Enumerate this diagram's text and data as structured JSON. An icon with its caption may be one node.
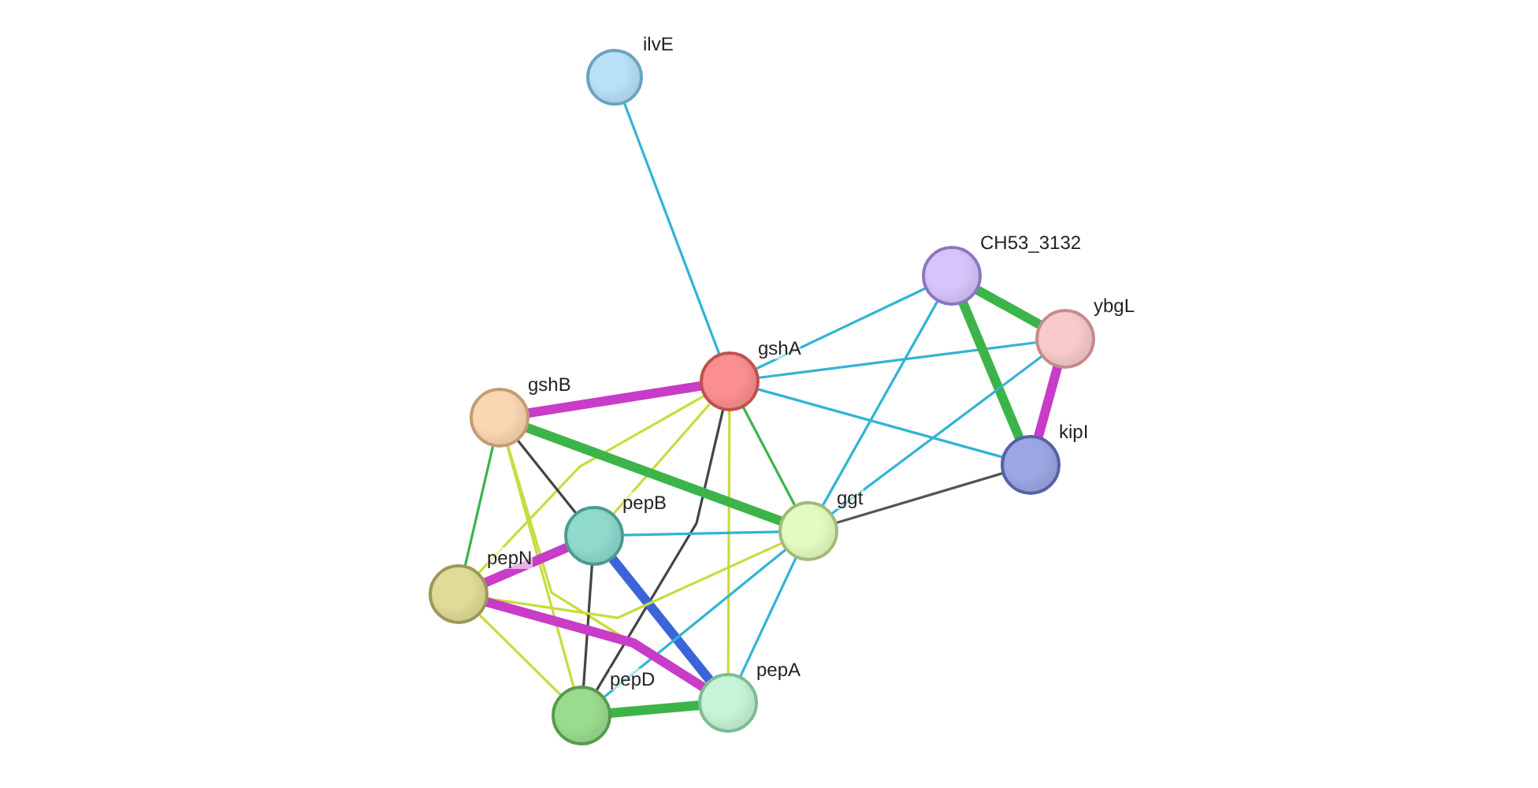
{
  "diagram": {
    "nodes": [
      {
        "text": [
          "ilvE"
        ]
      },
      {
        "text": [
          "CH53_3132"
        ]
      },
      {
        "text": [
          "ybgL"
        ]
      },
      {
        "text": [
          "gshA"
        ]
      },
      {
        "text": [
          "kipI"
        ]
      },
      {
        "text": [
          "gshB"
        ]
      },
      {
        "text": [
          "pepB"
        ]
      },
      {
        "text": [
          "ggt"
        ]
      },
      {
        "text": [
          "pepN"
        ]
      },
      {
        "text": [
          "pepD"
        ]
      },
      {
        "text": [
          "pepA"
        ]
      }
    ],
    "edges": [
      {
        "from": 0,
        "to": 3,
        "arrow": "none"
      },
      {
        "from": 3,
        "to": 1,
        "arrow": "none"
      },
      {
        "from": 3,
        "to": 2,
        "arrow": "none"
      },
      {
        "from": 3,
        "to": 4,
        "arrow": "none"
      },
      {
        "from": 1,
        "to": 2,
        "arrow": "none",
        "style": "thick",
        "color": "#3cb44a"
      },
      {
        "from": 1,
        "to": 4,
        "arrow": "none",
        "style": "thick",
        "color": "#3cb44a"
      },
      {
        "from": 2,
        "to": 4,
        "arrow": "none",
        "style": "thick",
        "color": "#c83cc8"
      },
      {
        "from": 1,
        "to": 7,
        "arrow": "none"
      },
      {
        "from": 2,
        "to": 7,
        "arrow": "none"
      },
      {
        "from": 4,
        "to": 7,
        "arrow": "none",
        "color": "#555555"
      },
      {
        "from": 3,
        "to": 5,
        "arrow": "none",
        "style": "thick",
        "color": "#c83cc8"
      },
      {
        "from": 3,
        "to": 6,
        "arrow": "none",
        "color": "#c8dc3c"
      },
      {
        "from": 3,
        "to": 7,
        "arrow": "none",
        "color": "#3cb44a"
      },
      {
        "from": 3,
        "to": 8,
        "arrow": "none",
        "color": "#c8dc3c"
      },
      {
        "from": 3,
        "to": 9,
        "arrow": "none",
        "color": "#444444"
      },
      {
        "from": 3,
        "to": 10,
        "arrow": "none",
        "color": "#c8dc3c"
      },
      {
        "from": 5,
        "to": 7,
        "arrow": "none",
        "style": "thick",
        "color": "#3cb44a"
      },
      {
        "from": 5,
        "to": 6,
        "arrow": "none",
        "color": "#444444"
      },
      {
        "from": 5,
        "to": 8,
        "arrow": "none",
        "color": "#3cb44a"
      },
      {
        "from": 5,
        "to": 9,
        "arrow": "none",
        "color": "#c8dc3c"
      },
      {
        "from": 5,
        "to": 10,
        "arrow": "none",
        "color": "#c8dc3c"
      },
      {
        "from": 6,
        "to": 7,
        "arrow": "none"
      },
      {
        "from": 6,
        "to": 8,
        "arrow": "none",
        "style": "thick",
        "color": "#c83cc8"
      },
      {
        "from": 6,
        "to": 9,
        "arrow": "none",
        "color": "#444444"
      },
      {
        "from": 6,
        "to": 10,
        "arrow": "none",
        "style": "thick",
        "color": "#3c64d8"
      },
      {
        "from": 7,
        "to": 8,
        "arrow": "none",
        "color": "#c8dc3c"
      },
      {
        "from": 7,
        "to": 9,
        "arrow": "none"
      },
      {
        "from": 7,
        "to": 10,
        "arrow": "none"
      },
      {
        "from": 8,
        "to": 9,
        "arrow": "none",
        "color": "#c8dc3c"
      },
      {
        "from": 8,
        "to": 10,
        "arrow": "none",
        "style": "thick",
        "color": "#c83cc8"
      },
      {
        "from": 9,
        "to": 10,
        "arrow": "none",
        "style": "thick",
        "color": "#3cb44a"
      }
    ]
  }
}
